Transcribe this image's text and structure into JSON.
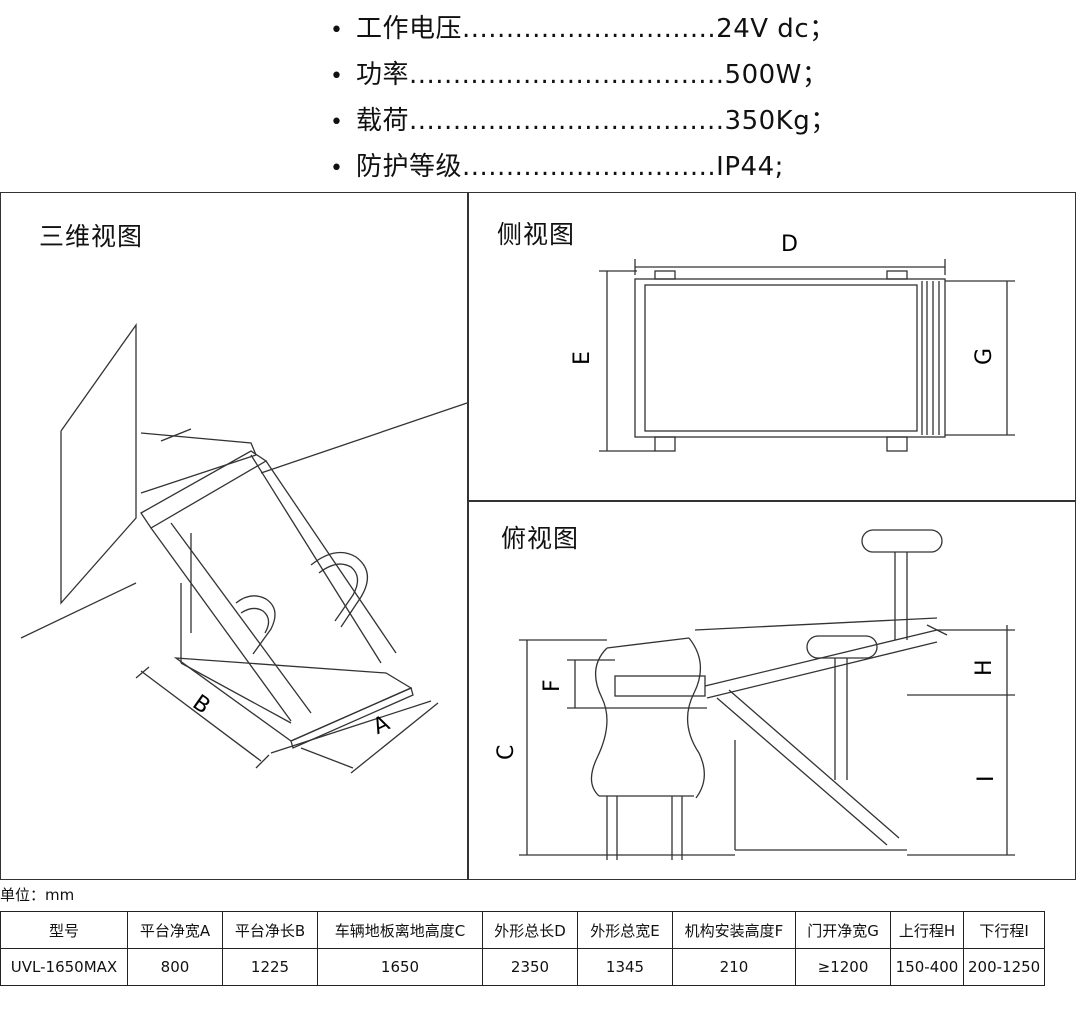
{
  "specs": [
    "工作电压.............................24V dc；",
    "功率....................................500W；",
    "载荷....................................350Kg；",
    "防护等级.............................IP44;"
  ],
  "panels": {
    "three_d": {
      "title": "三维视图",
      "dims": {
        "a": "A",
        "b": "B"
      }
    },
    "side": {
      "title": "侧视图",
      "dims": {
        "d": "D",
        "e": "E",
        "g": "G"
      }
    },
    "top": {
      "title": "俯视图",
      "dims": {
        "c": "C",
        "f": "F",
        "h": "H",
        "i": "I"
      }
    }
  },
  "unit_label": "单位：mm",
  "table": {
    "headers": [
      "型号",
      "平台净宽A",
      "平台净长B",
      "车辆地板离地高度C",
      "外形总长D",
      "外形总宽E",
      "机构安装高度F",
      "门开净宽G",
      "上行程H",
      "下行程I"
    ],
    "rows": [
      [
        "UVL-1650MAX",
        "800",
        "1225",
        "1650",
        "2350",
        "1345",
        "210",
        "≥1200",
        "150-400",
        "200-1250"
      ]
    ]
  }
}
